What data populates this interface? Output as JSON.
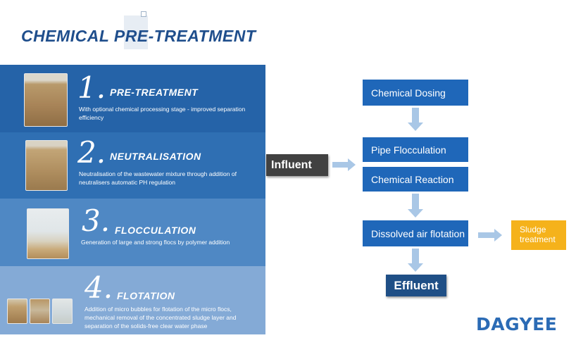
{
  "title": "CHEMICAL PRE-TREATMENT",
  "steps": [
    {
      "number": "1.",
      "title": "PRE-TREATMENT",
      "desc": "With optional chemical processing stage - improved separation efficiency"
    },
    {
      "number": "2.",
      "title": "NEUTRALISATION",
      "desc": "Neutralisation of the wastewater mixture through addition of neutralisers automatic PH regulation"
    },
    {
      "number": "3.",
      "title": "FLOCCULATION",
      "desc": "Generation of large and strong flocs by polymer addition"
    },
    {
      "number": "4.",
      "title": "FLOTATION",
      "desc": "Addition of micro bubbles for flotation of the micro flocs, mechanical removal of the concentrated sludge layer and separation of the solids-free clear water phase"
    }
  ],
  "flow": {
    "influent": "Influent",
    "chemical_dosing": "Chemical Dosing",
    "pipe_flocculation": "Pipe Flocculation",
    "chemical_reaction": "Chemical Reaction",
    "dissolved_air_flotation": "Dissolved air flotation",
    "sludge_treatment": "Sludge treatment",
    "effluent": "Effluent"
  },
  "logo": "DAGYEE",
  "colors": {
    "step1": "#2563a8",
    "step2": "#2f6fb3",
    "step3": "#4f88c4",
    "step4": "#84aad6",
    "flow_box": "#1f67b9",
    "arrow": "#a9c7e6",
    "sludge": "#f5b21b",
    "brand": "#2b6bb5"
  },
  "icons": [
    "beaker-image",
    "arrow-down-icon",
    "arrow-right-icon"
  ]
}
